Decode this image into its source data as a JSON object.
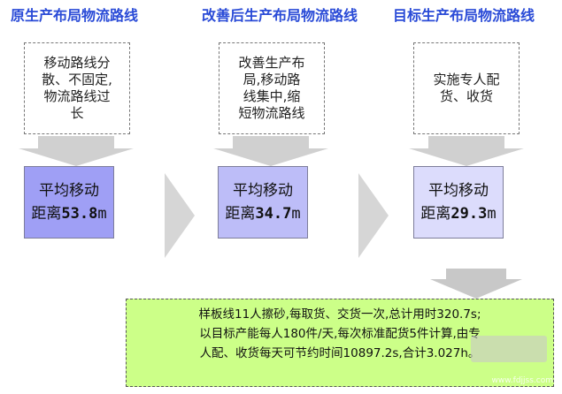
{
  "columns": [
    {
      "title": "原生产布局物流路线",
      "description_lines": [
        "移动路线分",
        "散、不固定,",
        "物流路线过",
        "长"
      ],
      "metric_line1": "平均移动",
      "metric_prefix": "距离",
      "metric_value": "53.8",
      "metric_unit": "m",
      "metric_bg": "#9f9ff5"
    },
    {
      "title": "改善后生产布局物流路线",
      "description_lines": [
        "改善生产布",
        "局,移动路",
        "线集中,缩",
        "短物流路线"
      ],
      "metric_line1": "平均移动",
      "metric_prefix": "距离",
      "metric_value": "34.7",
      "metric_unit": "m",
      "metric_bg": "#bdbdf8"
    },
    {
      "title": "目标生产布局物流路线",
      "description_lines": [
        "实施专人配",
        "货、收货"
      ],
      "metric_line1": "平均移动",
      "metric_prefix": "距离",
      "metric_value": "29.3",
      "metric_unit": "m",
      "metric_bg": "#dcdcfc"
    }
  ],
  "summary_lines": [
    "样板线11人擦砂,每取货、交货一次,总计用时320.7s;",
    "以目标产能每人180件/天,每次标准配货5件计算,由专",
    "人配、收货每天可节约时间10897.2s,合计3.027h。"
  ],
  "watermark": "www.fdjjss.com",
  "colors": {
    "title": "#2a4bd7",
    "summary_bg": "#ccff88",
    "arrow": "#d0d0d0"
  }
}
